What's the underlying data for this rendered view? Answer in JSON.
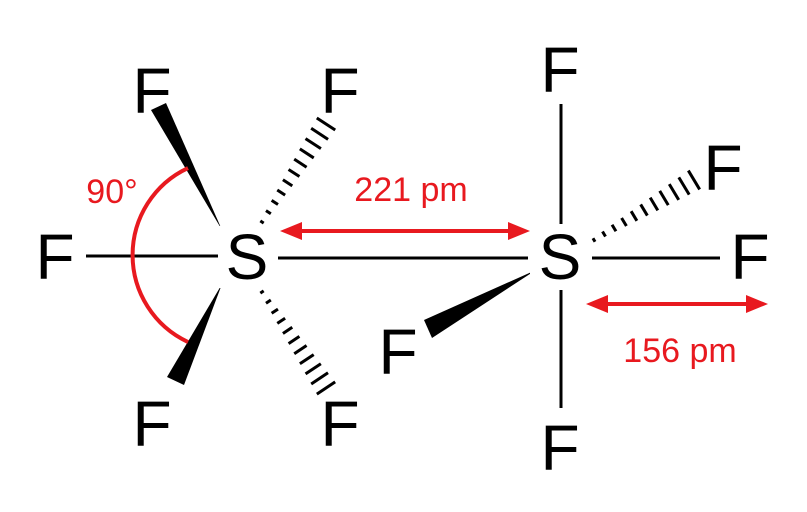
{
  "atoms": {
    "sulfur_left": "S",
    "sulfur_right": "S",
    "fluorine": "F"
  },
  "annotations": {
    "bond_angle": "90°",
    "s_s_distance": "221 pm",
    "s_f_distance": "156 pm"
  },
  "colors": {
    "bond": "#000000",
    "annotation": "#e8191f",
    "background": "#ffffff"
  }
}
